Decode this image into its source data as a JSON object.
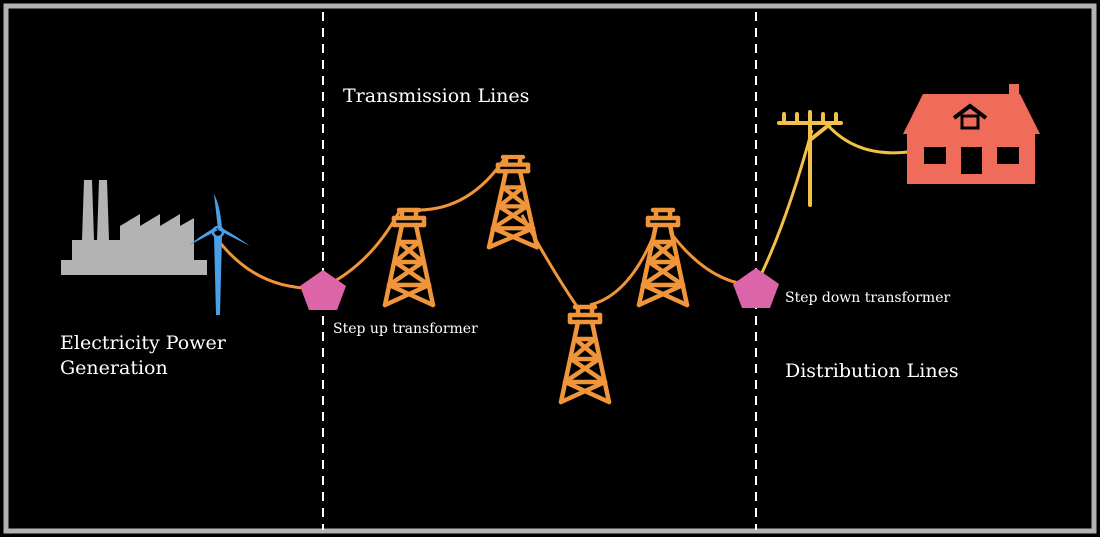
{
  "labels": {
    "generation_line1": "Electricity Power",
    "generation_line2": "Generation",
    "transmission": "Transmission Lines",
    "step_up": "Step up transformer",
    "step_down": "Step down transformer",
    "distribution": "Distribution Lines"
  },
  "colors": {
    "background": "#000000",
    "frame": "#b3b3b3",
    "divider": "#ffffff",
    "factory": "#b3b3b3",
    "wind_turbine": "#4a9fe8",
    "transformer": "#dc64a8",
    "transmission_tower": "#f0953a",
    "transmission_wire": "#f0953a",
    "utility_pole": "#f3c14a",
    "house": "#ef6c5a"
  },
  "icons": [
    "factory-icon",
    "wind-turbine-icon",
    "step-up-transformer-icon",
    "transmission-tower-icon",
    "step-down-transformer-icon",
    "utility-pole-icon",
    "house-icon"
  ]
}
